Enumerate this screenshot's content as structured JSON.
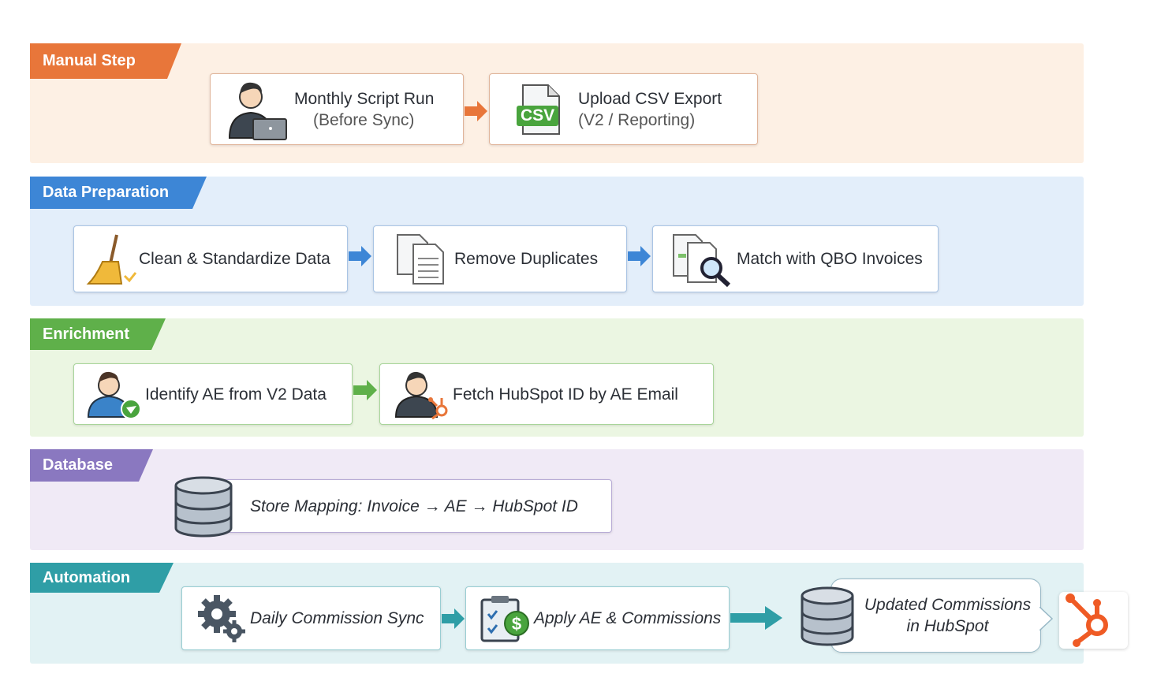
{
  "lanes": [
    {
      "label": "Manual Step",
      "color": "#e8763a",
      "bg": "#fdf0e4"
    },
    {
      "label": "Data Preparation",
      "color": "#3d86d6",
      "bg": "#e3eefa"
    },
    {
      "label": "Enrichment",
      "color": "#5fb04a",
      "bg": "#ebf6e2"
    },
    {
      "label": "Database",
      "color": "#8a78c0",
      "bg": "#f0eaf6"
    },
    {
      "label": "Automation",
      "color": "#2f9ea6",
      "bg": "#e2f2f4"
    }
  ],
  "manual": {
    "script_title": "Monthly Script Run",
    "script_sub": "(Before Sync)",
    "upload_title": "Upload CSV Export",
    "upload_sub": "(V2 / Reporting)",
    "csv_badge": "CSV"
  },
  "prep": {
    "clean": "Clean & Standardize Data",
    "dedupe": "Remove Duplicates",
    "match": "Match with QBO Invoices"
  },
  "enrich": {
    "identify": "Identify AE from V2 Data",
    "fetch": "Fetch HubSpot ID by AE Email"
  },
  "database": {
    "store": "Store Mapping: Invoice → AE → HubSpot ID"
  },
  "automation": {
    "sync": "Daily Commission Sync",
    "apply": "Apply AE & Commissions",
    "updated_line1": "Updated Commissions",
    "updated_line2": "in HubSpot"
  }
}
